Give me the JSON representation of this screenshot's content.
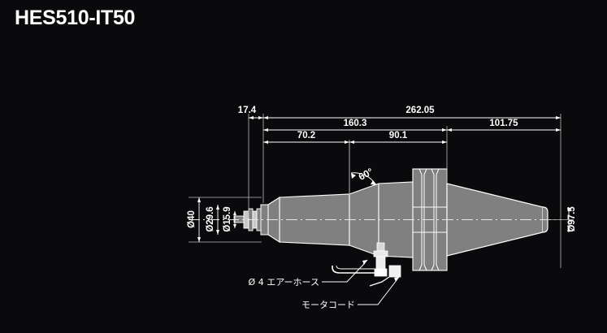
{
  "header": {
    "title": "HES510-IT50"
  },
  "colors": {
    "background": "#0a0a0d",
    "body_fill": "#808080",
    "outline": "#ffffff",
    "text": "#ffffff",
    "dimension_line": "#cccccc"
  },
  "drawing": {
    "subject": "spindle-tool-holder-technical-drawing",
    "horizontal_dimensions": [
      {
        "name": "nose-length",
        "label": "17.4"
      },
      {
        "name": "overall-length",
        "label": "262.05"
      },
      {
        "name": "front-length",
        "label": "160.3"
      },
      {
        "name": "taper-length",
        "label": "101.75"
      },
      {
        "name": "nose-to-body",
        "label": "70.2"
      },
      {
        "name": "body-to-flange",
        "label": "90.1"
      }
    ],
    "vertical_dimensions": [
      {
        "name": "outer-diameter",
        "label": "Ø40"
      },
      {
        "name": "middle-diameter",
        "label": "Ø29.6"
      },
      {
        "name": "bore-diameter",
        "label": "Ø15.9"
      },
      {
        "name": "flange-diameter",
        "label": "Ø97.5"
      }
    ],
    "angle_annotation": {
      "name": "taper-angle",
      "label": "60°"
    },
    "callouts": [
      {
        "name": "air-hose-callout",
        "label": "Ø 4 エアーホース"
      },
      {
        "name": "motor-cord-callout",
        "label": "モータコード"
      }
    ]
  }
}
